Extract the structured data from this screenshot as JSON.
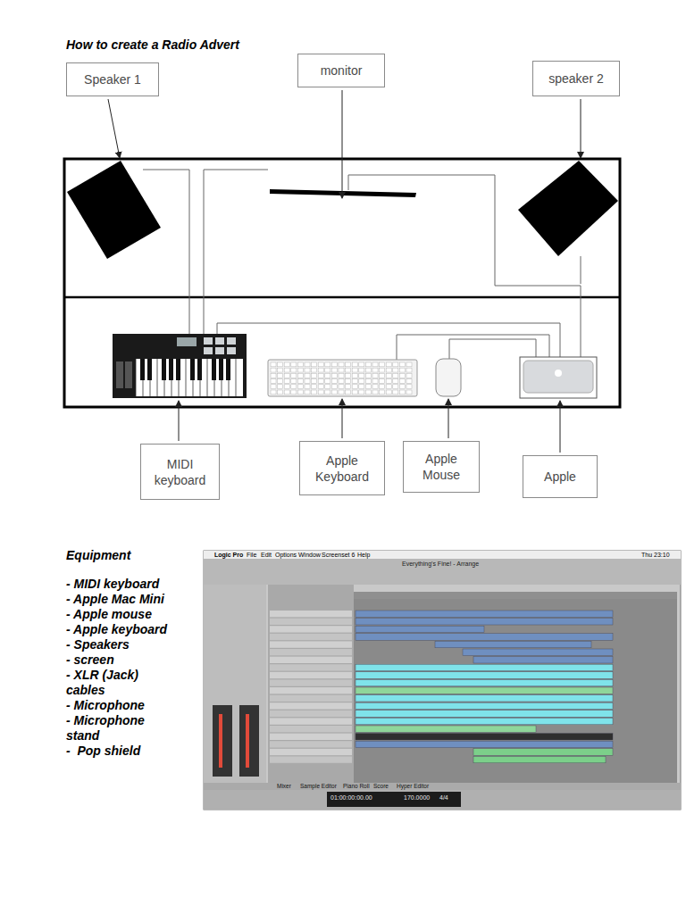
{
  "diagram": {
    "title": "How to create a Radio Advert",
    "nodes": [
      {
        "text": [
          "Speaker 1"
        ]
      },
      {
        "text": [
          "monitor"
        ]
      },
      {
        "text": [
          "speaker 2"
        ]
      },
      {
        "text": [
          "MIDI keyboard"
        ]
      },
      {
        "text": [
          "Apple Keyboard"
        ]
      },
      {
        "text": [
          "Apple Mouse"
        ]
      },
      {
        "text": [
          "Apple"
        ]
      }
    ],
    "labels": [
      "Equipment",
      "- MIDI keyboard",
      "- Apple Mac Mini",
      "- Apple mouse",
      "- Apple keyboard",
      "- Speakers",
      "- screen",
      "- XLR (Jack) cables",
      "- Microphone",
      "- Microphone stand",
      "-  Pop shield",
      "Logic Pro",
      "File",
      "Edit",
      "Options",
      "Window",
      "Screenset 6",
      "Help",
      "Everything's Fine! - Arrange",
      "Thu 23:10",
      "Mixer",
      "Sample Editor",
      "Piano Roll",
      "Score",
      "Hyper Editor",
      "01:00:00:00.00",
      "170.0000",
      "4/4"
    ]
  }
}
